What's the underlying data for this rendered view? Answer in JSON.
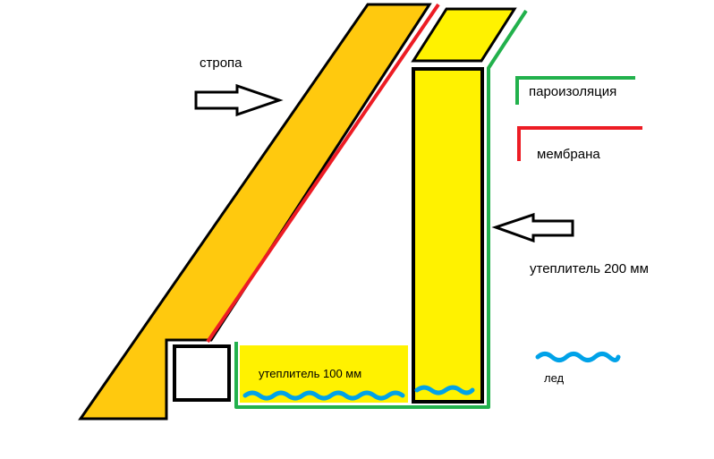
{
  "labels": {
    "rafter": "стропа",
    "vapor_barrier": "пароизоляция",
    "membrane": "мембрана",
    "insulation_200": "утеплитель 200 мм",
    "insulation_100": "утеплитель 100 мм",
    "ice": "лед"
  },
  "legend": [
    {
      "key": "vapor_barrier",
      "color": "#22b14c"
    },
    {
      "key": "membrane",
      "color": "#ed1c24"
    }
  ],
  "colors": {
    "rafter": "#ffc90e",
    "insulation": "#fff200",
    "vapor_barrier": "#22b14c",
    "membrane": "#ed1c24",
    "ice": "#00a2e8",
    "outline": "#000000"
  },
  "icons": [
    "arrow-right-icon",
    "arrow-left-icon",
    "ice-squiggle-icon"
  ]
}
